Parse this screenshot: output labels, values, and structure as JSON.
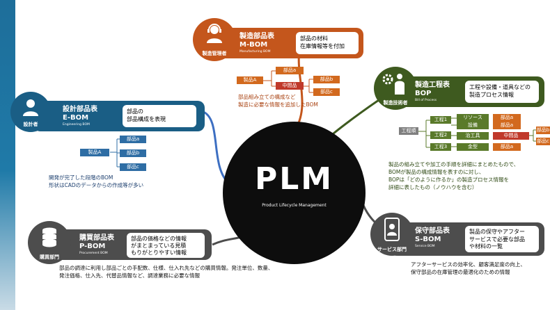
{
  "center": {
    "title": "PLM",
    "subtitle": "Product Lifecycle Management"
  },
  "ebom": {
    "role": "設計者",
    "title_jp": "設計部品表",
    "title_abbr": "E-BOM",
    "title_en": "Engineering BOM",
    "desc_line1": "部品の",
    "desc_line2": "部品構成を表現",
    "tree_root": "製品A",
    "tree_children": [
      "部品a",
      "部品b",
      "部品c"
    ],
    "note_line1": "開発が完了した段階のBOM",
    "note_line2": "形状はCADのデータからの作成等が多い",
    "color": "#1a5e85"
  },
  "mbom": {
    "role": "製造管理者",
    "title_jp": "製造部品表",
    "title_abbr": "M-BOM",
    "title_en": "Manufacturing BOM",
    "desc_line1": "部品の材料",
    "desc_line2": "在庫情報等を付加",
    "tree_root": "製品A",
    "tree_mid": [
      "部品a",
      "中間品"
    ],
    "tree_leaf": [
      "部品b",
      "部品c"
    ],
    "note_line1": "部品組み立ての構成など",
    "note_line2": "製造に必要な情報を追加したBOM",
    "color": "#c4561c"
  },
  "bop": {
    "role": "製造技術者",
    "title_jp": "製造工程表",
    "title_abbr": "BOP",
    "title_en": "Bill of Process",
    "desc_line1": "工程や設備・道具などの",
    "desc_line2": "製造プロセス情報",
    "flow_root": "工程順",
    "steps": [
      {
        "step": "工程1",
        "items": [
          [
            "リソース",
            "部品a"
          ],
          [
            "設備",
            "部品a"
          ]
        ]
      },
      {
        "step": "工程2",
        "items": [
          [
            "治工具",
            "中間品"
          ]
        ]
      },
      {
        "step": "工程3",
        "items": [
          [
            "金型",
            "部品a"
          ]
        ]
      }
    ],
    "leaf": [
      "部品b",
      "部品c"
    ],
    "note_line1": "製品の組み立てや加工の手順を詳細にまとめたもので、",
    "note_line2": "BOMが製品の構成情報を表すのに対し、",
    "note_line3": "BOPは「どのように作るか」の製造プロセス情報を",
    "note_line4": "詳細に表したもの（ノウハウを含む）",
    "color": "#3e5a1f"
  },
  "pbom": {
    "role": "購買部門",
    "title_jp": "購買部品表",
    "title_abbr": "P-BOM",
    "title_en": "Procurement BOM",
    "desc_line1": "部品の価格などの情報",
    "desc_line2": "がまとまっている見積",
    "desc_line3": "もりがとりやすい情報",
    "note_line1": "部品の調達に利用し部品ごとの手配数、仕様、仕入れ先などの購買情報。発注単位、数量、",
    "note_line2": "発注価格、仕入先、代替品情報など、調達業務に必要な情報",
    "color": "#4d4d4d"
  },
  "sbom": {
    "role": "サービス部門",
    "title_jp": "保守部品表",
    "title_abbr": "S-BOM",
    "title_en": "Service BOM",
    "desc_line1": "製品の保守やアフター",
    "desc_line2": "サービスで必要な部品",
    "desc_line3": "や材料の一覧",
    "note_line1": "アフターサービスの効率化、顧客満足度の向上、",
    "note_line2": "保守部品の在庫管理の最適化のための情報",
    "color": "#4d4d4d"
  },
  "colors": {
    "blue_box": "#2e6da4",
    "red_box": "#c0392b",
    "orange_box": "#d2691e",
    "green_box": "#5a7a2a"
  }
}
